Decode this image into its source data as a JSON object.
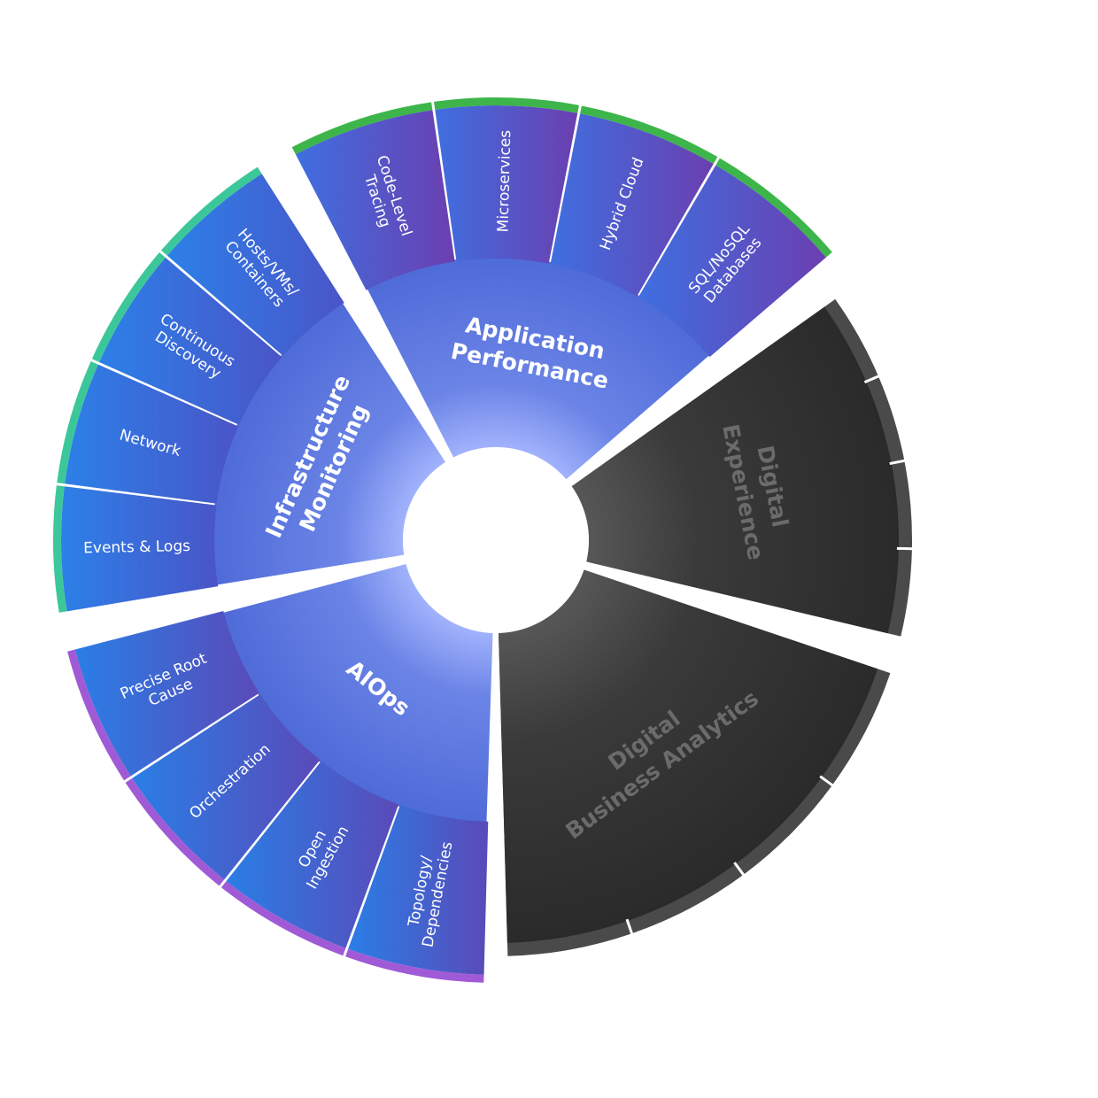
{
  "segments": [
    {
      "id": "app",
      "label_lines": [
        "Application",
        "Performance"
      ],
      "active": true,
      "subs": [
        {
          "id": "code-level-tracing",
          "lines": [
            "Code-Level",
            "Tracing"
          ]
        },
        {
          "id": "microservices",
          "lines": [
            "Microservices"
          ]
        },
        {
          "id": "hybrid-cloud",
          "lines": [
            "Hybrid Cloud"
          ]
        },
        {
          "id": "sql-nosql-databases",
          "lines": [
            "SQL/NoSQL",
            "Databases"
          ]
        }
      ]
    },
    {
      "id": "dx",
      "label_lines": [
        "Digital",
        "Experience"
      ],
      "active": false,
      "subs": []
    },
    {
      "id": "dba",
      "label_lines": [
        "Digital",
        "Business Analytics"
      ],
      "active": false,
      "subs": []
    },
    {
      "id": "aiops",
      "label_lines": [
        "AIOps"
      ],
      "active": true,
      "subs": [
        {
          "id": "topology-dependencies",
          "lines": [
            "Topology/",
            "Dependencies"
          ]
        },
        {
          "id": "open-ingestion",
          "lines": [
            "Open",
            "Ingestion"
          ]
        },
        {
          "id": "orchestration",
          "lines": [
            "Orchestration"
          ]
        },
        {
          "id": "precise-root-cause",
          "lines": [
            "Precise Root",
            "Cause"
          ]
        }
      ]
    },
    {
      "id": "infra",
      "label_lines": [
        "Infrastructure",
        "Monitoring"
      ],
      "active": true,
      "subs": [
        {
          "id": "events-logs",
          "lines": [
            "Events & Logs"
          ]
        },
        {
          "id": "network",
          "lines": [
            "Network"
          ]
        },
        {
          "id": "continuous-discovery",
          "lines": [
            "Continuous",
            "Discovery"
          ]
        },
        {
          "id": "hosts-vms-containers",
          "lines": [
            "Hosts/VMs/",
            "Containers"
          ]
        }
      ]
    }
  ],
  "colors": {
    "blue_light": "#2f7fe6",
    "blue_mid": "#4a5fd0",
    "purple": "#6a37a8",
    "green_ring": "#3db54a",
    "teal_ring": "#3cc79a",
    "violet_ring": "#a05ad6",
    "dark": "#2e2e2e",
    "dark_edge": "#4a4a4a",
    "dark_text": "#6b6b6b"
  }
}
